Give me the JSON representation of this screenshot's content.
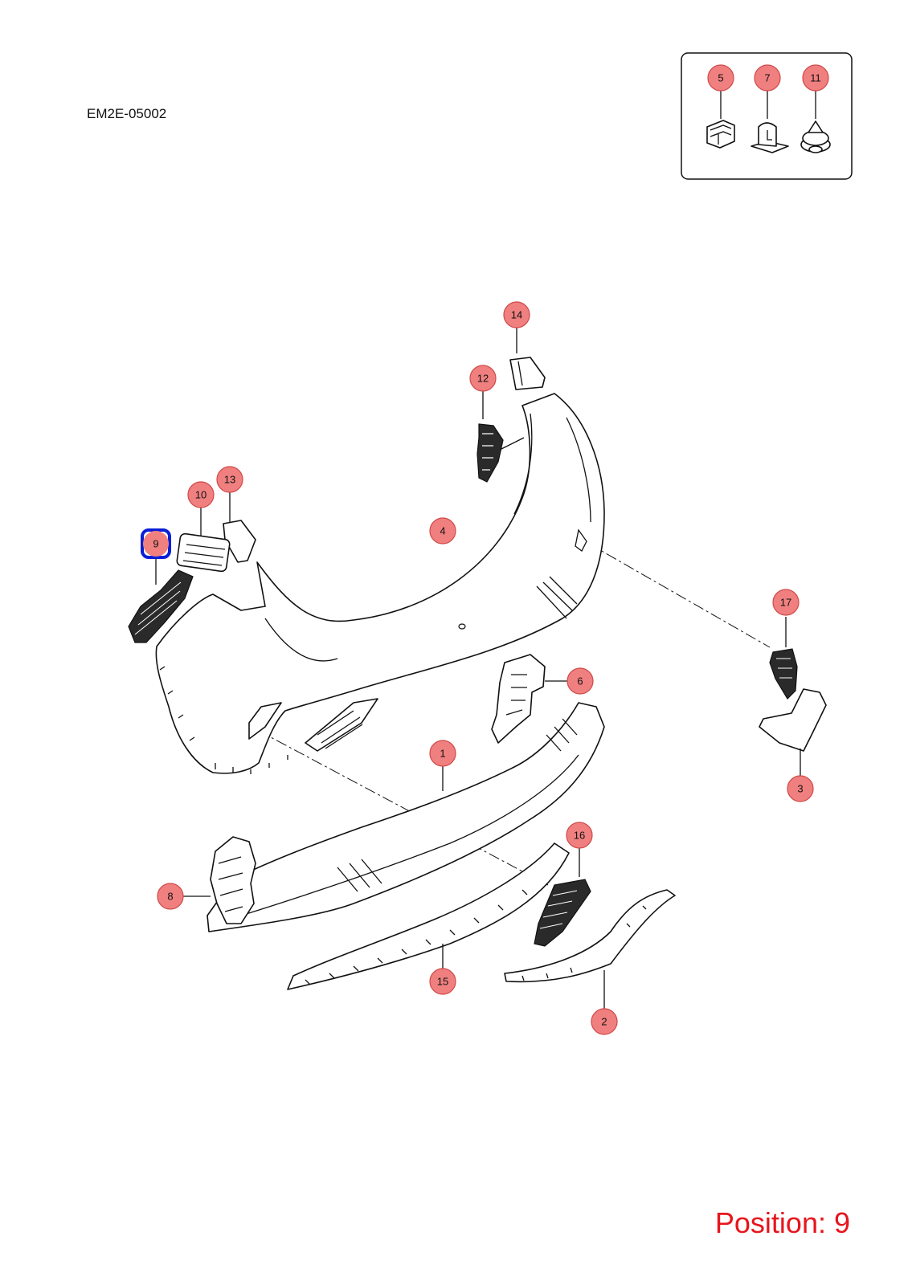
{
  "diagram_code": "EM2E-05002",
  "position_label": "Position: 9",
  "selected_callout": "9",
  "callouts": [
    {
      "id": "c5",
      "label": "5"
    },
    {
      "id": "c7",
      "label": "7"
    },
    {
      "id": "c11",
      "label": "11"
    },
    {
      "id": "c14",
      "label": "14"
    },
    {
      "id": "c12",
      "label": "12"
    },
    {
      "id": "c13",
      "label": "13"
    },
    {
      "id": "c10",
      "label": "10"
    },
    {
      "id": "c9",
      "label": "9"
    },
    {
      "id": "c4",
      "label": "4"
    },
    {
      "id": "c17",
      "label": "17"
    },
    {
      "id": "c6",
      "label": "6"
    },
    {
      "id": "c1",
      "label": "1"
    },
    {
      "id": "c3",
      "label": "3"
    },
    {
      "id": "c16",
      "label": "16"
    },
    {
      "id": "c8",
      "label": "8"
    },
    {
      "id": "c15",
      "label": "15"
    },
    {
      "id": "c2",
      "label": "2"
    }
  ],
  "colors": {
    "callout_fill": "#f08080",
    "selected_outline": "#0a1ed6",
    "position_text": "#e8141c"
  }
}
